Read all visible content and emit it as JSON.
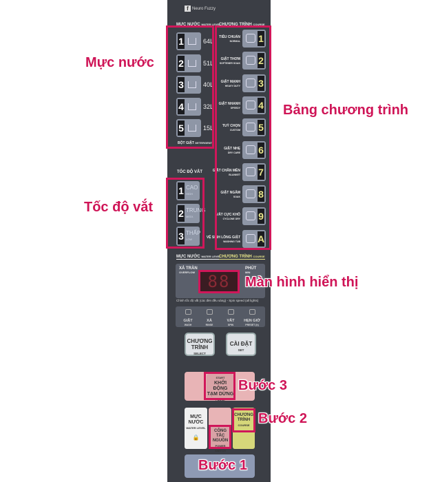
{
  "logo": "Neuro Fuzzy",
  "water_header": {
    "vi": "MỰC NƯỚC",
    "en": "WATER LEVEL"
  },
  "course_header": {
    "vi": "CHƯƠNG TRÌNH",
    "en": "COURSE"
  },
  "water_levels": [
    {
      "num": "1",
      "value": "64L"
    },
    {
      "num": "2",
      "value": "51L"
    },
    {
      "num": "3",
      "value": "40L"
    },
    {
      "num": "4",
      "value": "32L"
    },
    {
      "num": "5",
      "value": "15L"
    }
  ],
  "detergent": {
    "vi": "BỘT GIẶT",
    "en": "DETERGENT"
  },
  "programs": [
    {
      "num": "1",
      "vi": "TIÊU CHUẨN",
      "en": "NORMAL"
    },
    {
      "num": "2",
      "vi": "GIẶT THƠM",
      "en": "SOFTENER SOAK"
    },
    {
      "num": "3",
      "vi": "GIẶT MẠNH",
      "en": "HEAVY DUTY"
    },
    {
      "num": "4",
      "vi": "GIẶT NHANH",
      "en": "SPEEDY"
    },
    {
      "num": "5",
      "vi": "TUỲ CHỌN",
      "en": "CUSTOM"
    },
    {
      "num": "6",
      "vi": "GIẶT NHẸ",
      "en": "DRY CARE"
    },
    {
      "num": "7",
      "vi": "GIẶT CHĂN MỀN",
      "en": "BLANKET"
    },
    {
      "num": "8",
      "vi": "GIẶT NGÂM",
      "en": "SOAK"
    },
    {
      "num": "9",
      "vi": "VẮT CỰC KHÔ",
      "en": "CYCLONE DRY"
    },
    {
      "num": "A",
      "vi": "VỆ SINH LỒNG GIẶT",
      "en": "WASHING TUB"
    }
  ],
  "spin_header": "TỐC ĐỘ VẮT",
  "spin_speeds": [
    {
      "num": "1",
      "vi": "CAO",
      "en": "HIGH"
    },
    {
      "num": "2",
      "vi": "TRUNG",
      "en": "MEDI."
    },
    {
      "num": "3",
      "vi": "THẤP",
      "en": "LOW"
    }
  ],
  "display": {
    "overflow_vi": "XẢ TRÀN",
    "overflow_en": "OVERFLOW",
    "min_vi": "PHÚT",
    "min_en": "MIN",
    "digits": "88"
  },
  "spin_note": "Chỉnh tốc độ vắt (các đèn đều sáng) - Spin speed (all lights)",
  "indicators": [
    {
      "vi": "GIẶT",
      "en": "WASH"
    },
    {
      "vi": "XẢ",
      "en": "RINSE"
    },
    {
      "vi": "VẮT",
      "en": "SPIN"
    },
    {
      "vi": "HẸN GIỜ",
      "en": "PRESET (h)"
    }
  ],
  "buttons": {
    "select": {
      "l1": "CHƯƠNG",
      "l2": "TRÌNH",
      "en": "SELECT"
    },
    "set": {
      "l1": "CÀI ĐẶT",
      "en": "SET"
    },
    "start": {
      "top": "START",
      "l1": "KHỞI ĐỘNG",
      "l2": "TẠM DỪNG",
      "en": "PAUSE"
    },
    "water": {
      "l1": "MỰC",
      "l2": "NƯỚC",
      "en": "WATER LEVEL"
    },
    "power": {
      "l1": "CÔNG TẮC",
      "l2": "NGUỒN",
      "en": "POWER SWITCH"
    },
    "course": {
      "l1": "CHƯƠNG",
      "l2": "TRÌNH",
      "en": "COURSE"
    }
  },
  "annotations": {
    "water": "Mực nước",
    "spin": "Tốc độ vắt",
    "programs": "Bảng chương trình",
    "display": "Màn hình hiển thị",
    "step3": "Bước 3",
    "step2": "Bước 2",
    "step1": "Bước 1"
  },
  "colors": {
    "accent": "#d0175a",
    "panel": "#3b3e45"
  }
}
